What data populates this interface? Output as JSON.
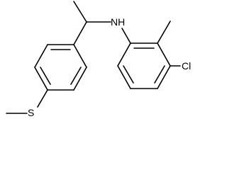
{
  "molecule": {
    "atom_labels": {
      "amine": "NH",
      "chlorine": "Cl",
      "sulfur": "S"
    }
  }
}
